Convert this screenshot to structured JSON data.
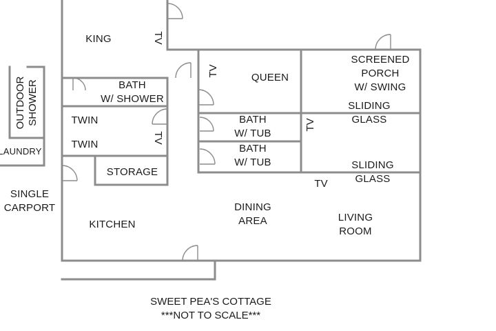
{
  "rooms": {
    "king": "KING",
    "bath_shower": [
      "BATH",
      "W/ SHOWER"
    ],
    "twin1": "TWIN",
    "twin2": "TWIN",
    "storage": "STORAGE",
    "kitchen": "KITCHEN",
    "queen": "QUEEN",
    "bath_tub1": [
      "BATH",
      "W/ TUB"
    ],
    "bath_tub2": [
      "BATH",
      "W/ TUB"
    ],
    "screened_porch": [
      "SCREENED",
      "PORCH",
      "W/ SWING"
    ],
    "sliding_glass1": [
      "SLIDING",
      "GLASS"
    ],
    "sliding_glass2": [
      "SLIDING",
      "GLASS"
    ],
    "dining_area": [
      "DINING",
      "AREA"
    ],
    "living_room": [
      "LIVING",
      "ROOM"
    ],
    "outdoor_shower": [
      "OUTDOOR",
      "SHOWER"
    ],
    "laundry": "LAUNDRY",
    "single_carport": [
      "SINGLE",
      "CARPORT"
    ]
  },
  "tv_label": "TV",
  "footer": {
    "title": "SWEET PEA'S COTTAGE",
    "note": "***NOT TO SCALE***"
  },
  "colors": {
    "wall": "#8c8c8c",
    "text": "#1a1a1a"
  }
}
